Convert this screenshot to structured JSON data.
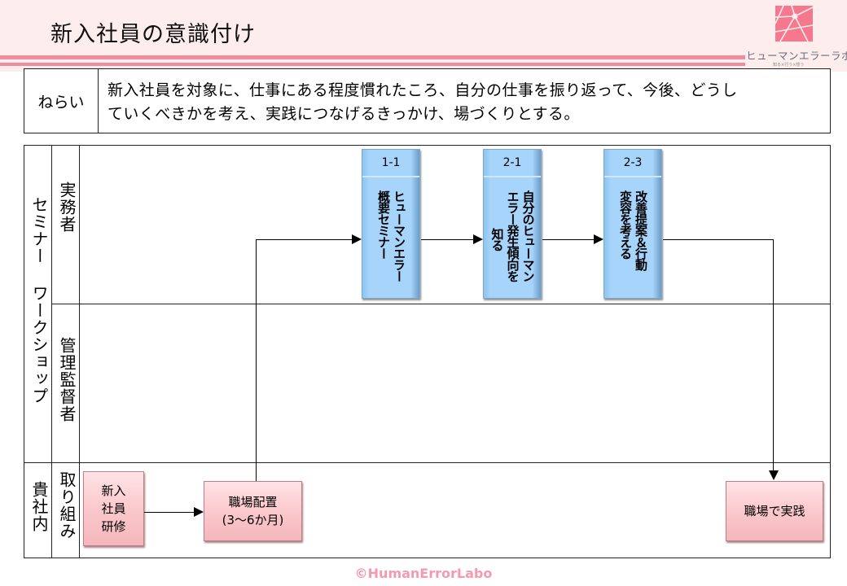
{
  "header": {
    "title": "新入社員の意識付け",
    "brand_name": "ヒューマンエラーラボ",
    "brand_tagline": "知る×行う×想う",
    "brand_color": "#f07a90"
  },
  "aim": {
    "label": "ねらい",
    "text_line1": "新入社員を対象に、仕事にある程度慣れたころ、自分の仕事を振り返って、今後、どうし",
    "text_line2": "ていくべきかを考え、実践につなげるきっかけ、場づくりとする。"
  },
  "diagram": {
    "lanes": {
      "group_seminar": "セミナー ワークショップ",
      "lane_staff": "実務者",
      "lane_manager": "管理監督者",
      "group_company": "貴社内",
      "lane_company": "取り組み"
    },
    "modules": [
      {
        "id": "1-1",
        "lines": [
          "概要セミナー",
          "ヒューマンエラー"
        ]
      },
      {
        "id": "2-1",
        "lines": [
          "知る",
          "エラー発生傾向を",
          "自分のヒューマン"
        ]
      },
      {
        "id": "2-3",
        "lines": [
          "変容を考える",
          "改善提案＆行動"
        ]
      }
    ],
    "steps": {
      "training": "新入\n社員\n研修",
      "placement_line1": "職場配置",
      "placement_line2": "(3～6か月)",
      "practice": "職場で実践"
    },
    "colors": {
      "module_fill": "#a6d4fb",
      "step_fill": "#fbc9cd"
    }
  },
  "footer": {
    "copyright": "©HumanErrorLabo"
  }
}
